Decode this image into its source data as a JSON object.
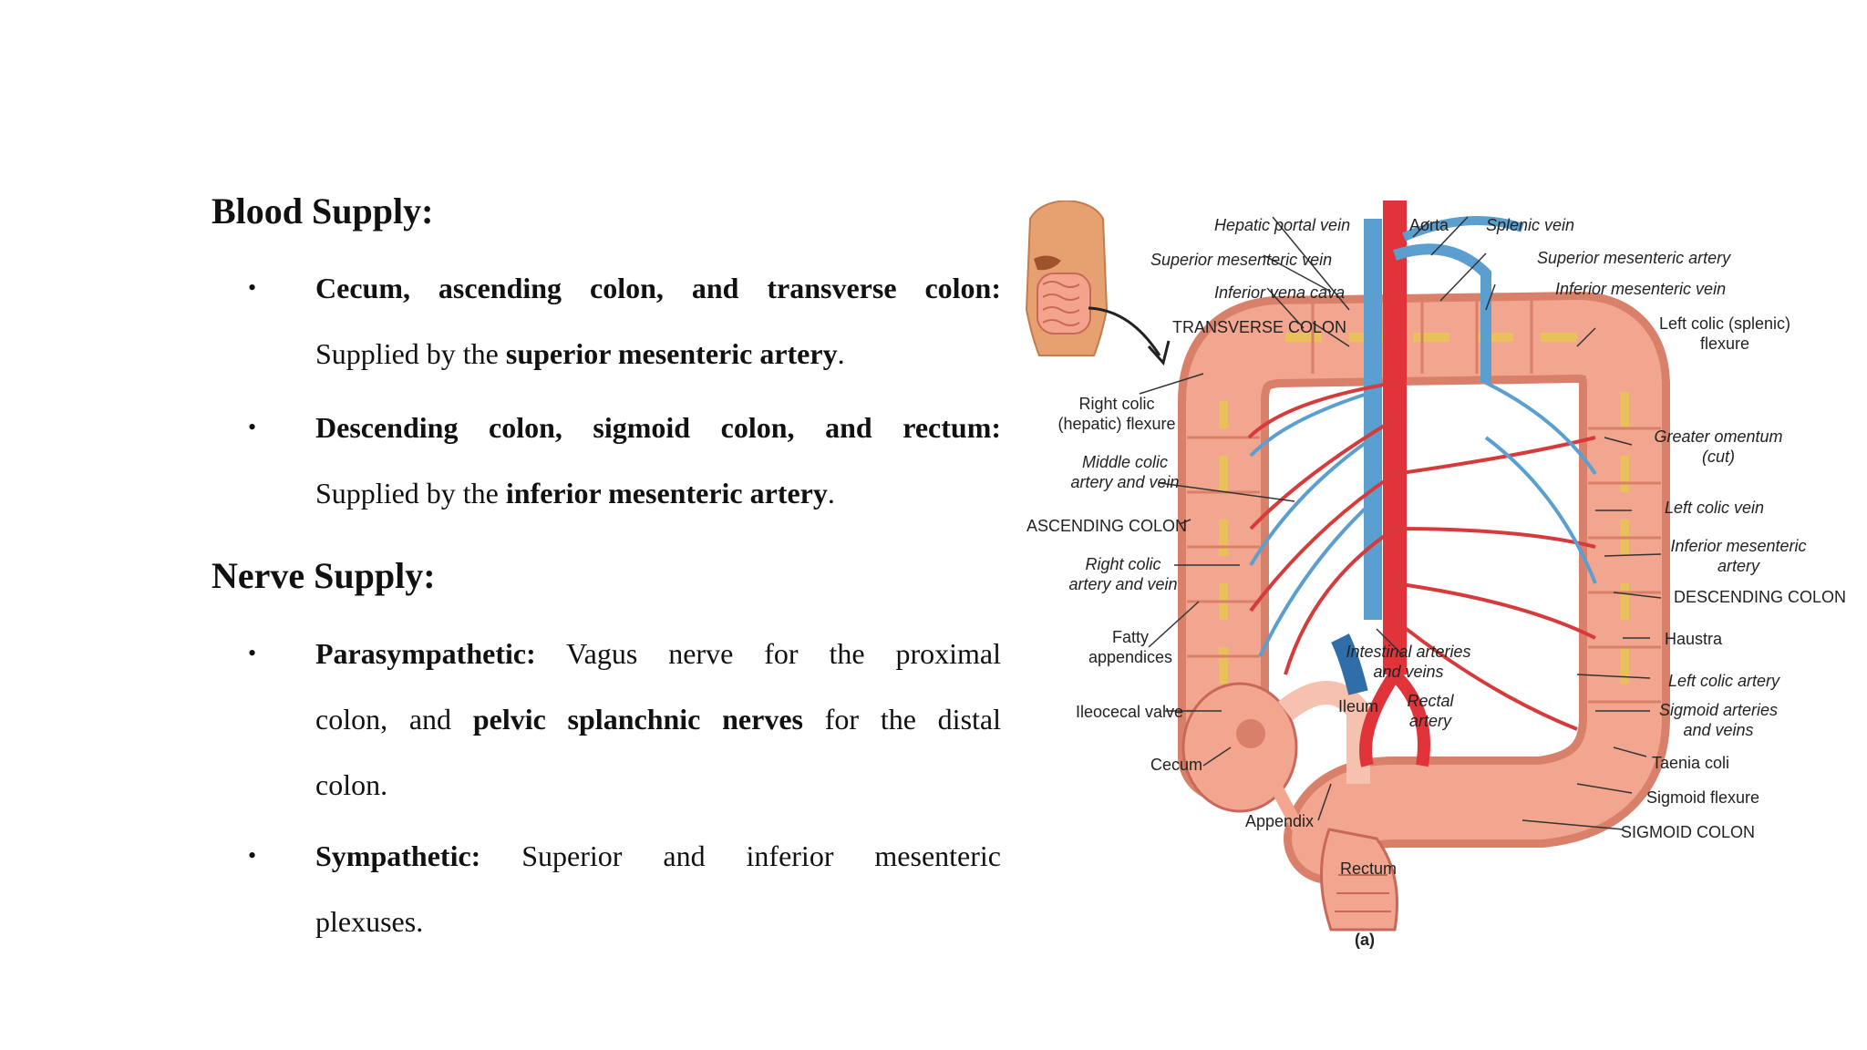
{
  "blood_supply": {
    "heading": "Blood Supply:",
    "items": [
      {
        "lead": "Cecum, ascending colon, and transverse colon:",
        "pre": "Supplied by the ",
        "emph": "superior mesenteric artery",
        "post": "."
      },
      {
        "lead": "Descending colon, sigmoid colon, and rectum:",
        "pre": "Supplied by the ",
        "emph": "inferior mesenteric artery",
        "post": "."
      }
    ]
  },
  "nerve_supply": {
    "heading": "Nerve Supply:",
    "items": [
      {
        "lead": "Parasympathetic:",
        "t1": " Vagus nerve for the proximal",
        "t2": "colon, and ",
        "emph": "pelvic splanchnic nerves",
        "t3": " for the distal",
        "t4": "colon."
      },
      {
        "lead": "Sympathetic:",
        "t1": " Superior and inferior mesenteric",
        "t2": "plexuses."
      }
    ]
  },
  "figure": {
    "labels": {
      "hepatic_portal_vein": "Hepatic portal vein",
      "aorta": "Aorta",
      "splenic_vein": "Splenic vein",
      "superior_mesenteric_vein": "Superior mesenteric vein",
      "superior_mesenteric_artery": "Superior mesenteric artery",
      "inferior_vena_cava": "Inferior vena cava",
      "inferior_mesenteric_vein": "Inferior mesenteric vein",
      "transverse_colon": "TRANSVERSE COLON",
      "left_colic_flexure": "Left colic (splenic) flexure",
      "right_colic_flexure": "Right colic (hepatic) flexure",
      "greater_omentum": "Greater omentum (cut)",
      "middle_colic": "Middle colic artery and vein",
      "left_colic_vein": "Left colic vein",
      "ascending_colon": "ASCENDING COLON",
      "inferior_mesenteric_artery": "Inferior mesenteric artery",
      "right_colic": "Right colic artery and vein",
      "descending_colon": "DESCENDING COLON",
      "fatty_appendices": "Fatty appendices",
      "haustra": "Haustra",
      "intestinal_arteries": "Intestinal arteries and veins",
      "left_colic_artery": "Left colic artery",
      "ileum": "Ileum",
      "ileocecal_valve": "Ileocecal valve",
      "rectal_artery": "Rectal artery",
      "sigmoid_arteries": "Sigmoid arteries and veins",
      "cecum": "Cecum",
      "taenia_coli": "Taenia coli",
      "sigmoid_flexure": "Sigmoid flexure",
      "appendix": "Appendix",
      "sigmoid_colon": "SIGMOID COLON",
      "rectum": "Rectum",
      "panel": "(a)"
    }
  }
}
